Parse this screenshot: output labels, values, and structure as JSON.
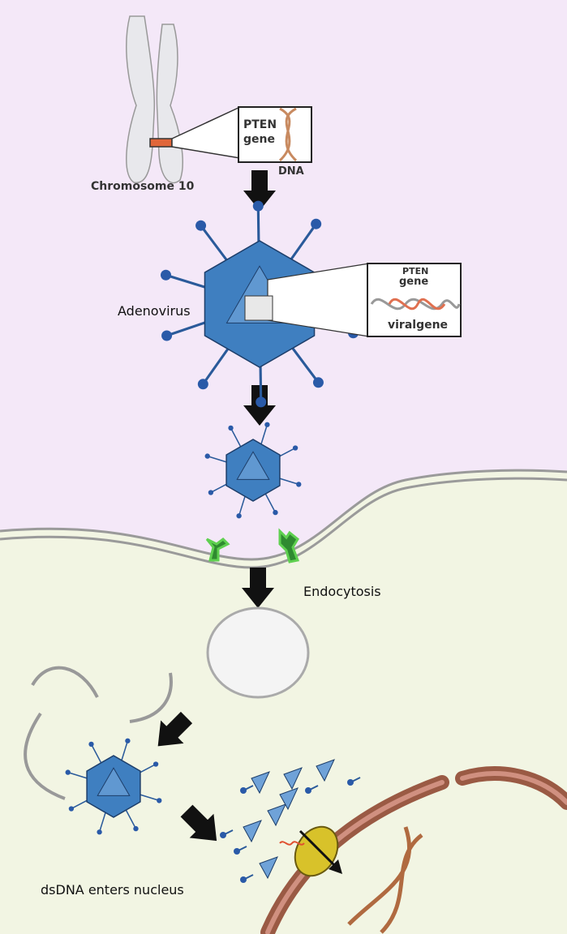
{
  "labels": {
    "chromosome": "Chromosome 10",
    "pten_gene_1": "PTEN gene",
    "dna": "DNA",
    "adenovirus": "Adenovirus",
    "pten_2": "PTEN",
    "gene_2": "gene",
    "viral_gene": "viralgene",
    "endocytosis": "Endocytosis",
    "dsdna": "dsDNA enters nucleus"
  },
  "colors": {
    "extracellular": "#f4e8f8",
    "cytoplasm": "#f2f5e3",
    "virus": "#3f7fc0",
    "receptor": "#3fae3a",
    "arrow": "#111111",
    "nuclear_envelope": "#a0624a",
    "pore": "#d8c22a",
    "pten_band": "#e0663a"
  }
}
